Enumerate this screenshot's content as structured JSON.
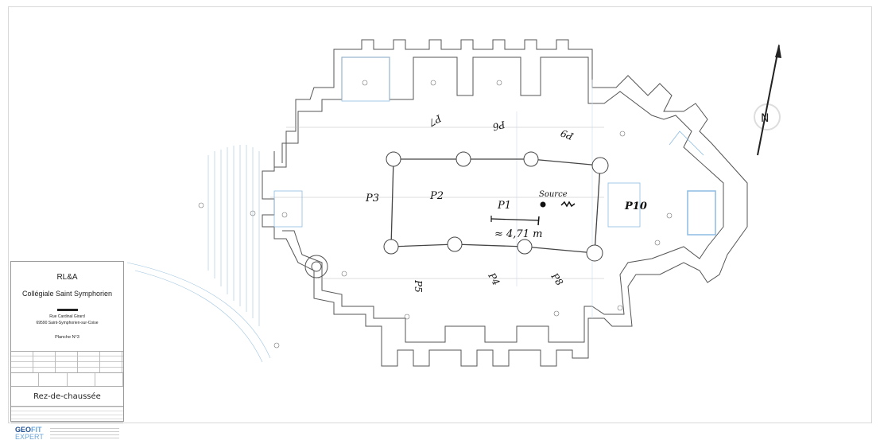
{
  "title_block": {
    "client": "RL&A",
    "building": "Collégiale Saint Symphorien",
    "address_line1": "Rue Cardinal Girard",
    "address_line2": "69590 Saint-Symphorien-sur-Coise",
    "sheet": "Planche N°3",
    "level": "Rez-de-chaussée",
    "company_brand_a": "GEO",
    "company_brand_b": "FIT",
    "company_brand_c": "EXPERT"
  },
  "north_arrow": {
    "label": "N"
  },
  "annotations": {
    "source": "Source",
    "distance": "≈ 4,71 m",
    "points": [
      "P1",
      "P2",
      "P3",
      "P4",
      "P5",
      "P6",
      "P7",
      "P8",
      "P9",
      "P10"
    ]
  },
  "colors": {
    "walls": "#555555",
    "room_labels": "#4a8fd6",
    "handwriting": "#111111",
    "doors": "#e89aa6"
  }
}
